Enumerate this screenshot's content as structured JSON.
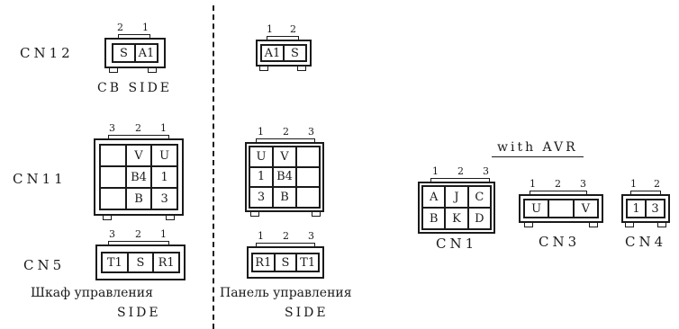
{
  "cn12": {
    "label": "CN12",
    "cb_pins": [
      "2",
      "1"
    ],
    "cb_cells": [
      "S",
      "A1"
    ],
    "panel_pins": [
      "1",
      "2"
    ],
    "panel_cells": [
      "A1",
      "S"
    ],
    "side_caption": "CB SIDE"
  },
  "cn11": {
    "label": "CN11",
    "cb_pins": [
      "3",
      "2",
      "1"
    ],
    "cb_cells": [
      "",
      "V",
      "U",
      "",
      "B4",
      "1",
      "",
      "B",
      "3"
    ],
    "panel_pins": [
      "1",
      "2",
      "3"
    ],
    "panel_cells": [
      "U",
      "V",
      "",
      "1",
      "B4",
      "",
      "3",
      "B",
      ""
    ]
  },
  "cn5": {
    "label": "CN5",
    "cb_pins": [
      "3",
      "2",
      "1"
    ],
    "cb_cells": [
      "T1",
      "S",
      "R1"
    ],
    "panel_pins": [
      "1",
      "2",
      "3"
    ],
    "panel_cells": [
      "R1",
      "S",
      "T1"
    ]
  },
  "captions": {
    "left_line1": "Шкаф управления",
    "left_line2": "SIDE",
    "right_line1": "Панель управления",
    "right_line2": "SIDE"
  },
  "avr": {
    "title": "with AVR",
    "cn1": {
      "label": "CN1",
      "pins": [
        "1",
        "2",
        "3"
      ],
      "cells": [
        "A",
        "J",
        "C",
        "B",
        "K",
        "D"
      ]
    },
    "cn3": {
      "label": "CN3",
      "pins": [
        "1",
        "2",
        "3"
      ],
      "cells": [
        "U",
        "",
        "V"
      ]
    },
    "cn4": {
      "label": "CN4",
      "pins": [
        "1",
        "2"
      ],
      "cells": [
        "1",
        "3"
      ]
    }
  }
}
